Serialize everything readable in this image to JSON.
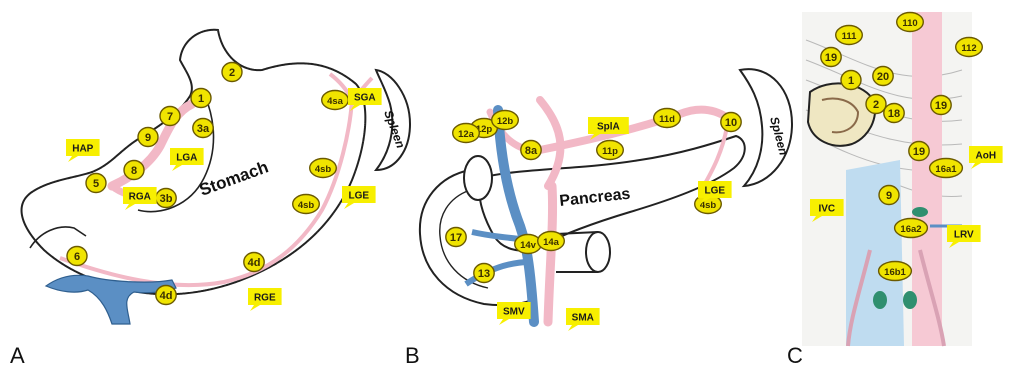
{
  "panels": {
    "a": {
      "letter": "A",
      "organ_label": "Stomach",
      "spleen_label": "Spleen"
    },
    "b": {
      "letter": "B",
      "organ_label": "Pancreas",
      "spleen_label": "Spleen"
    },
    "c": {
      "letter": "C"
    }
  },
  "colors": {
    "node_fill": "#f0e400",
    "node_stroke": "#6b5a00",
    "tag_fill": "#f7ef00",
    "artery": "#f2b8c6",
    "vein": "#5b8fc4",
    "ivc": "#bfdcf0",
    "aorta": "#f6c9d4",
    "outline": "#222222"
  },
  "a_nodes": [
    "1",
    "2",
    "3a",
    "7",
    "9",
    "8",
    "5",
    "3b",
    "4sa",
    "4sb",
    "4sb",
    "6",
    "4d",
    "4d"
  ],
  "a_tags": [
    "HAP",
    "LGA",
    "RGA",
    "SGA",
    "LGE",
    "RGE"
  ],
  "b_nodes": [
    "12p",
    "12a",
    "12b",
    "8a",
    "11p",
    "11d",
    "10",
    "4sb",
    "17",
    "13",
    "14v",
    "14a"
  ],
  "b_tags": [
    "SplA",
    "LGE",
    "SMV",
    "SMA"
  ],
  "c_nodes": [
    "111",
    "110",
    "112",
    "19",
    "1",
    "20",
    "2",
    "18",
    "19",
    "19",
    "16a1",
    "9",
    "16a2",
    "16b1"
  ],
  "c_tags": [
    "AoH",
    "IVC",
    "LRV"
  ]
}
